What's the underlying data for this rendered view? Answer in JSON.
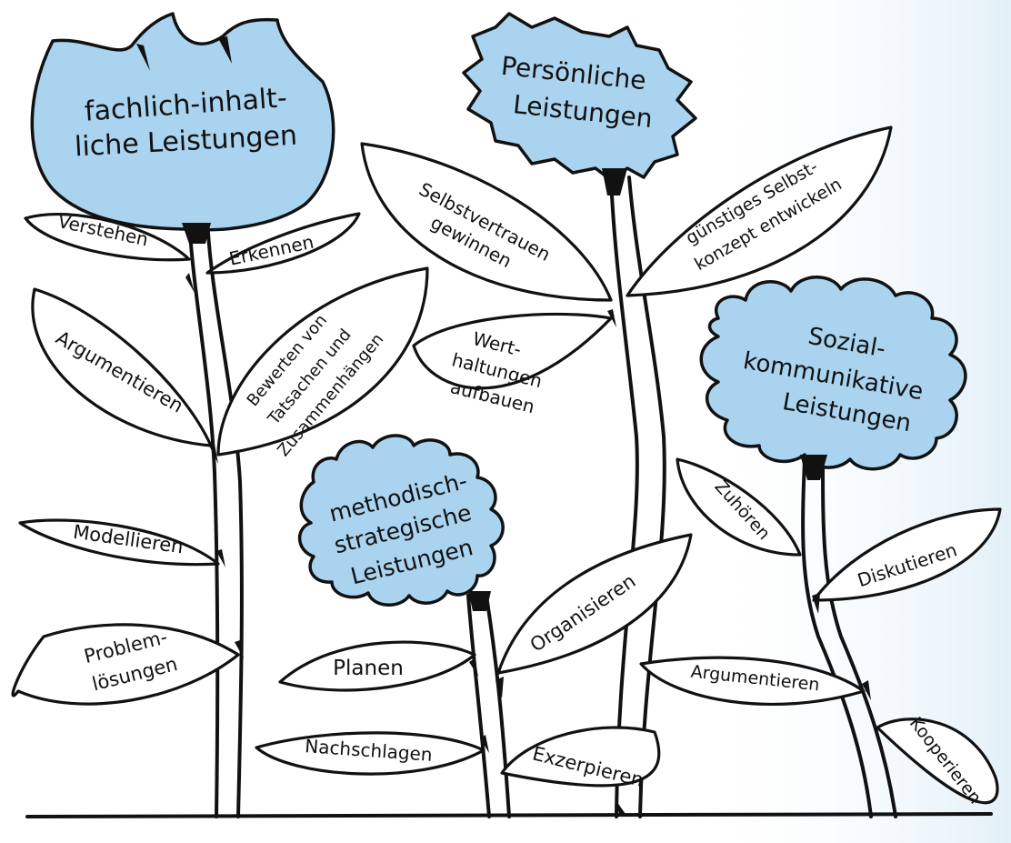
{
  "blossoms": {
    "fachlich": [
      "fachlich-inhalt-",
      "liche Leistungen"
    ],
    "persoenlich": [
      "Persönliche",
      "Leistungen"
    ],
    "sozial": [
      "Sozial-",
      "kommunikative",
      "Leistungen"
    ],
    "methodisch": [
      "methodisch-",
      "strategische",
      "Leistungen"
    ]
  },
  "leaves": {
    "verstehen": "Verstehen",
    "erkennen": "Erkennen",
    "argumentieren_left": "Argumentieren",
    "bewerten": [
      "Bewerten von",
      "Tatsachen und",
      "Zusammenhängen"
    ],
    "modellieren": "Modellieren",
    "problemloesungen": [
      "Problem-",
      "lösungen"
    ],
    "selbstvertrauen": [
      "Selbstvertrauen",
      "gewinnen"
    ],
    "selbstkonzept": [
      "günstiges Selbst-",
      "konzept entwickeln"
    ],
    "werthaltungen": [
      "Wert-",
      "haltungen",
      "aufbauen"
    ],
    "planen": "Planen",
    "organisieren": "Organisieren",
    "nachschlagen": "Nachschlagen",
    "exzerpieren": "Exzerpieren",
    "zuhoeren": "Zuhören",
    "diskutieren": "Diskutieren",
    "argumentieren_right": "Argumentieren",
    "kooperieren": "Kooperieren"
  },
  "colors": {
    "blossom_fill": "#a9d3ee",
    "ink": "#111111",
    "page": "#ffffff"
  }
}
